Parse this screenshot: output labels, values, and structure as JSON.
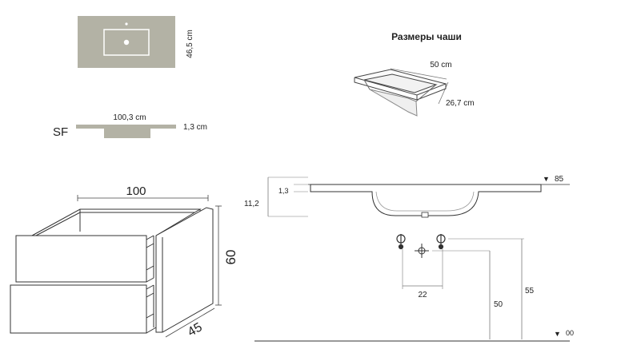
{
  "colors": {
    "stone": "#b3b2a5",
    "line": "#333333",
    "dim_line": "#7a7a7a",
    "background": "#ffffff"
  },
  "top_view": {
    "depth_label": "46,5 cm"
  },
  "side_profile": {
    "series_code": "SF",
    "width_label": "100,3 cm",
    "thickness_label": "1,3 cm"
  },
  "bowl": {
    "title": "Размеры чаши",
    "length_label": "50 cm",
    "width_label": "26,7 cm"
  },
  "cabinet": {
    "width_label": "100",
    "height_label": "60",
    "depth_label": "45"
  },
  "section": {
    "top_level": "85",
    "floor_level": "00",
    "rim_label": "1,3",
    "basin_depth_label": "11,2",
    "drain_height_label": "50",
    "supply_height_label": "55",
    "valve_spacing_label": "22"
  }
}
